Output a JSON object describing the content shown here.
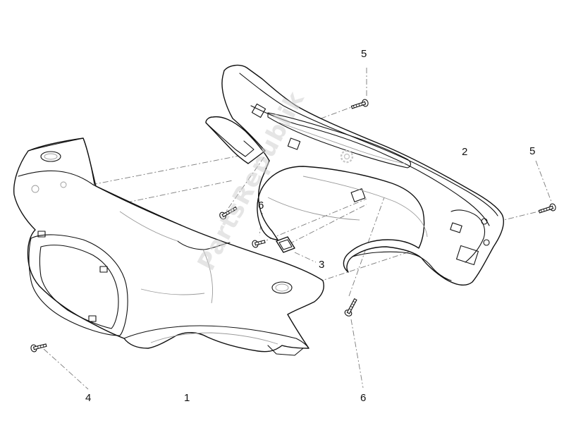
{
  "watermark": {
    "text": "PartsRepublik"
  },
  "callouts": {
    "1": "1",
    "2": "2",
    "3": "3",
    "4": "4",
    "5a": "5",
    "5b": "5",
    "6a": "6",
    "6b": "6"
  },
  "colors": {
    "line": "#111111",
    "dash": "#7a7a7a",
    "watermark": "#cfcfcf",
    "background": "#ffffff"
  }
}
